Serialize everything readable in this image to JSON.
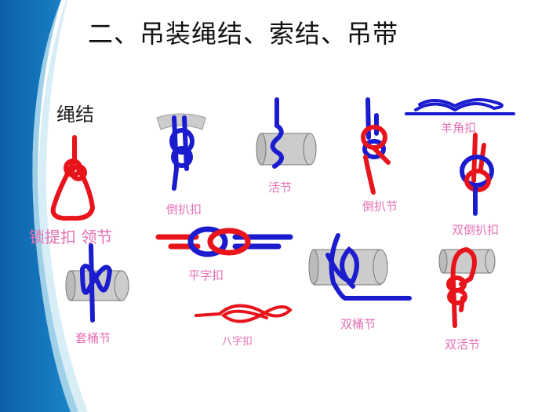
{
  "slide": {
    "title": "二、吊装绳结、索结、吊带",
    "subtitle": "绳结",
    "colors": {
      "rope_red": "#e8141b",
      "rope_blue": "#1c1ccf",
      "label_pink": "#e46fb4",
      "sidebar_blue": "#1270b8"
    },
    "knots": [
      {
        "label": "锁提扣 领节"
      },
      {
        "label": "倒扒扣"
      },
      {
        "label": "活节"
      },
      {
        "label": "倒扒节"
      },
      {
        "label": "羊角扣"
      },
      {
        "label": "双倒扒扣"
      },
      {
        "label": "平字扣"
      },
      {
        "label": "套桶节"
      },
      {
        "label": "八字扣"
      },
      {
        "label": "双桶节"
      },
      {
        "label": "双活节"
      }
    ]
  }
}
